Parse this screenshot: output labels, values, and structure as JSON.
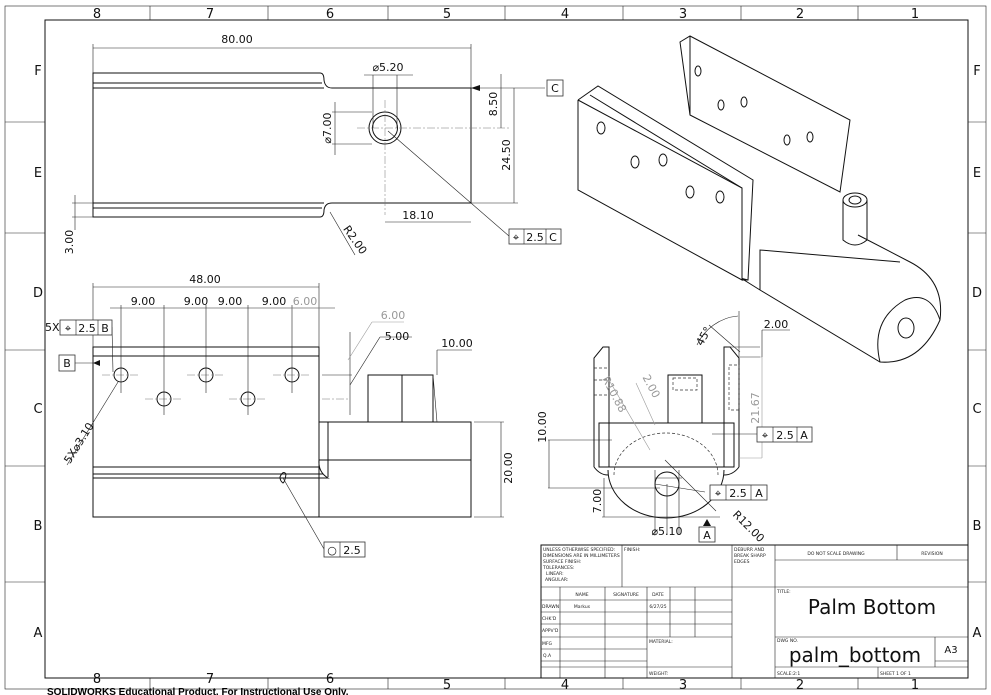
{
  "frame": {
    "columns": [
      "8",
      "7",
      "6",
      "5",
      "4",
      "3",
      "2",
      "1"
    ],
    "rows": [
      "F",
      "E",
      "D",
      "C",
      "B",
      "A"
    ]
  },
  "top_view": {
    "dim_length": "80.00",
    "dim_hole_dia": "⌀5.20",
    "dim_boss_dia": "⌀7.00",
    "dim_8_50": "8.50",
    "dim_24_50": "24.50",
    "dim_18_10": "18.10",
    "dim_3_00": "3.00",
    "dim_r2": "R2.00",
    "datum_c": "C",
    "position_tol": {
      "symbol": "⌖",
      "value": "2.5",
      "datum": "C"
    }
  },
  "front_view": {
    "dim_48": "48.00",
    "pitch_dims": [
      "9.00",
      "9.00",
      "9.00",
      "9.00"
    ],
    "dim_6_grey": "6.00",
    "hole_callout": "5X⌀3.10",
    "pattern_qty": "5X",
    "position_tol": {
      "symbol": "⌖",
      "value": "2.5",
      "datum": "B"
    },
    "datum_b": "B",
    "dim_6_upper": "6.00",
    "dim_5": "5.00",
    "dim_10": "10.00",
    "dim_20": "20.00",
    "circularity": {
      "symbol": "○",
      "value": "2.5"
    }
  },
  "side_view": {
    "angle": "45°",
    "dim_2_00": "2.00",
    "dim_21_67": "21.67",
    "dim_r10_88": "R10.88",
    "dim_2_00_grey": "2.00",
    "dim_10_00": "10.00",
    "dim_7_00": "7.00",
    "dim_hole": "⌀5.10",
    "dim_r12": "R12.00",
    "datum_a": "A",
    "position_tol_1": {
      "symbol": "⌖",
      "value": "2.5",
      "datum": "A"
    },
    "position_tol_2": {
      "symbol": "⌖",
      "value": "2.5",
      "datum": "A"
    }
  },
  "title_block": {
    "notes": [
      "UNLESS OTHERWISE SPECIFIED:",
      "DIMENSIONS ARE IN MILLIMETERS",
      "SURFACE FINISH:",
      "TOLERANCES:",
      "LINEAR:",
      "ANGULAR:"
    ],
    "finish": "FINISH:",
    "deburr": [
      "DEBURR AND",
      "BREAK SHARP",
      "EDGES"
    ],
    "do_not_scale": "DO NOT SCALE DRAWING",
    "revision": "REVISION",
    "headers": {
      "name": "NAME",
      "signature": "SIGNATURE",
      "date": "DATE"
    },
    "roles": [
      "DRAWN",
      "CHK'D",
      "APPV'D",
      "MFG",
      "Q.A"
    ],
    "drawn_name": "Markus",
    "drawn_date": "6/27/25",
    "title_label": "TITLE:",
    "title": "Palm Bottom",
    "material_label": "MATERIAL:",
    "dwg_no_label": "DWG NO.",
    "dwg_no": "palm_bottom",
    "size": "A3",
    "weight_label": "WEIGHT:",
    "scale": "SCALE:2:1",
    "sheet": "SHEET 1 OF 1"
  },
  "watermark": "SOLIDWORKS Educational Product. For Instructional Use Only."
}
